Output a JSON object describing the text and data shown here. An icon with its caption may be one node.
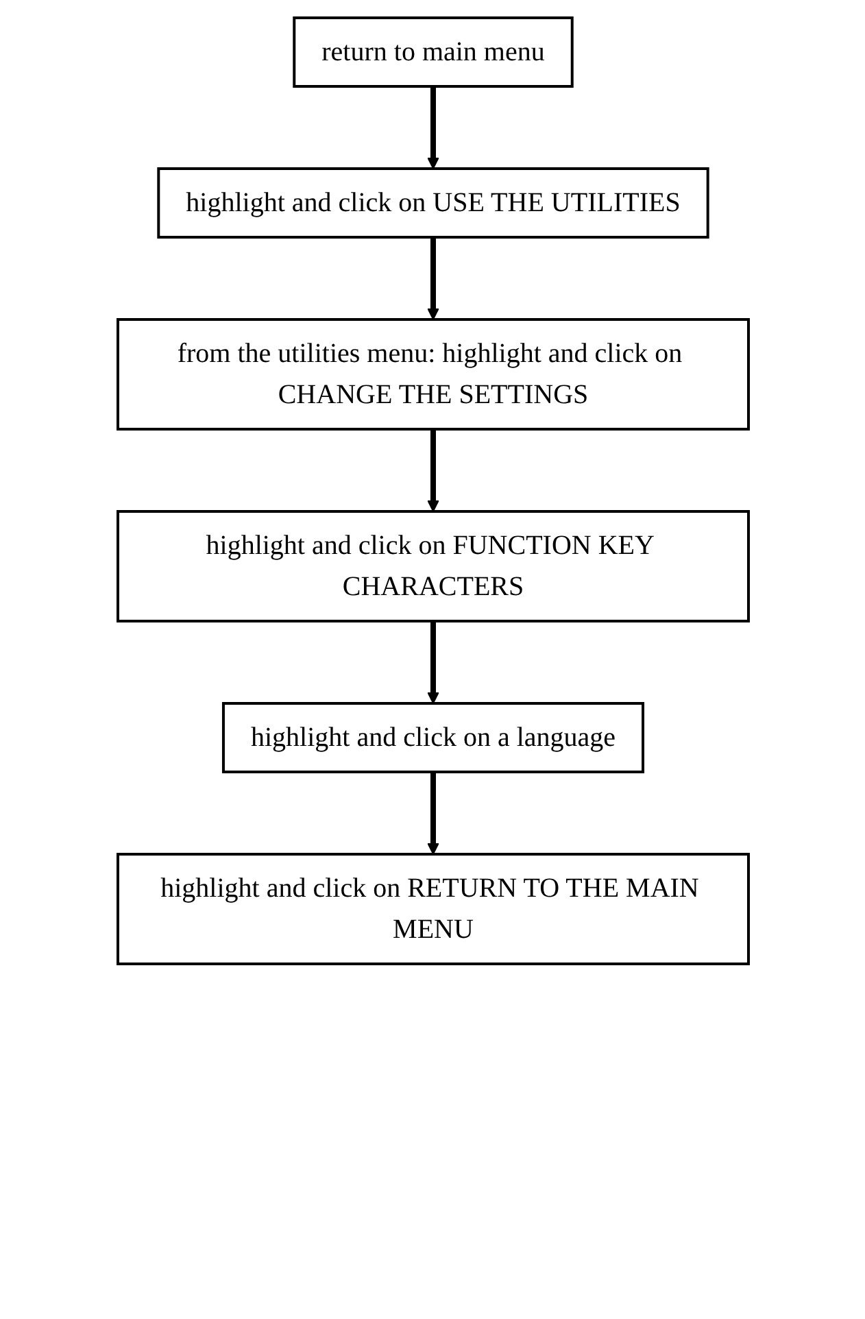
{
  "diagram": {
    "nodes": [
      {
        "text": [
          "return to main menu"
        ]
      },
      {
        "text": [
          "highlight and click on USE THE UTILITIES"
        ]
      },
      {
        "text": [
          "from the utilities menu: highlight and click on CHANGE THE SETTINGS"
        ]
      },
      {
        "text": [
          "highlight and click on FUNCTION KEY CHARACTERS"
        ]
      },
      {
        "text": [
          "highlight and click on a language"
        ]
      },
      {
        "text": [
          "highlight and click on RETURN TO THE MAIN MENU"
        ]
      }
    ],
    "edges": [
      {
        "from": 0,
        "to": 1,
        "arrow": "to"
      },
      {
        "from": 1,
        "to": 2,
        "arrow": "to"
      },
      {
        "from": 2,
        "to": 3,
        "arrow": "to"
      },
      {
        "from": 3,
        "to": 4,
        "arrow": "to"
      },
      {
        "from": 4,
        "to": 5,
        "arrow": "to"
      }
    ]
  }
}
